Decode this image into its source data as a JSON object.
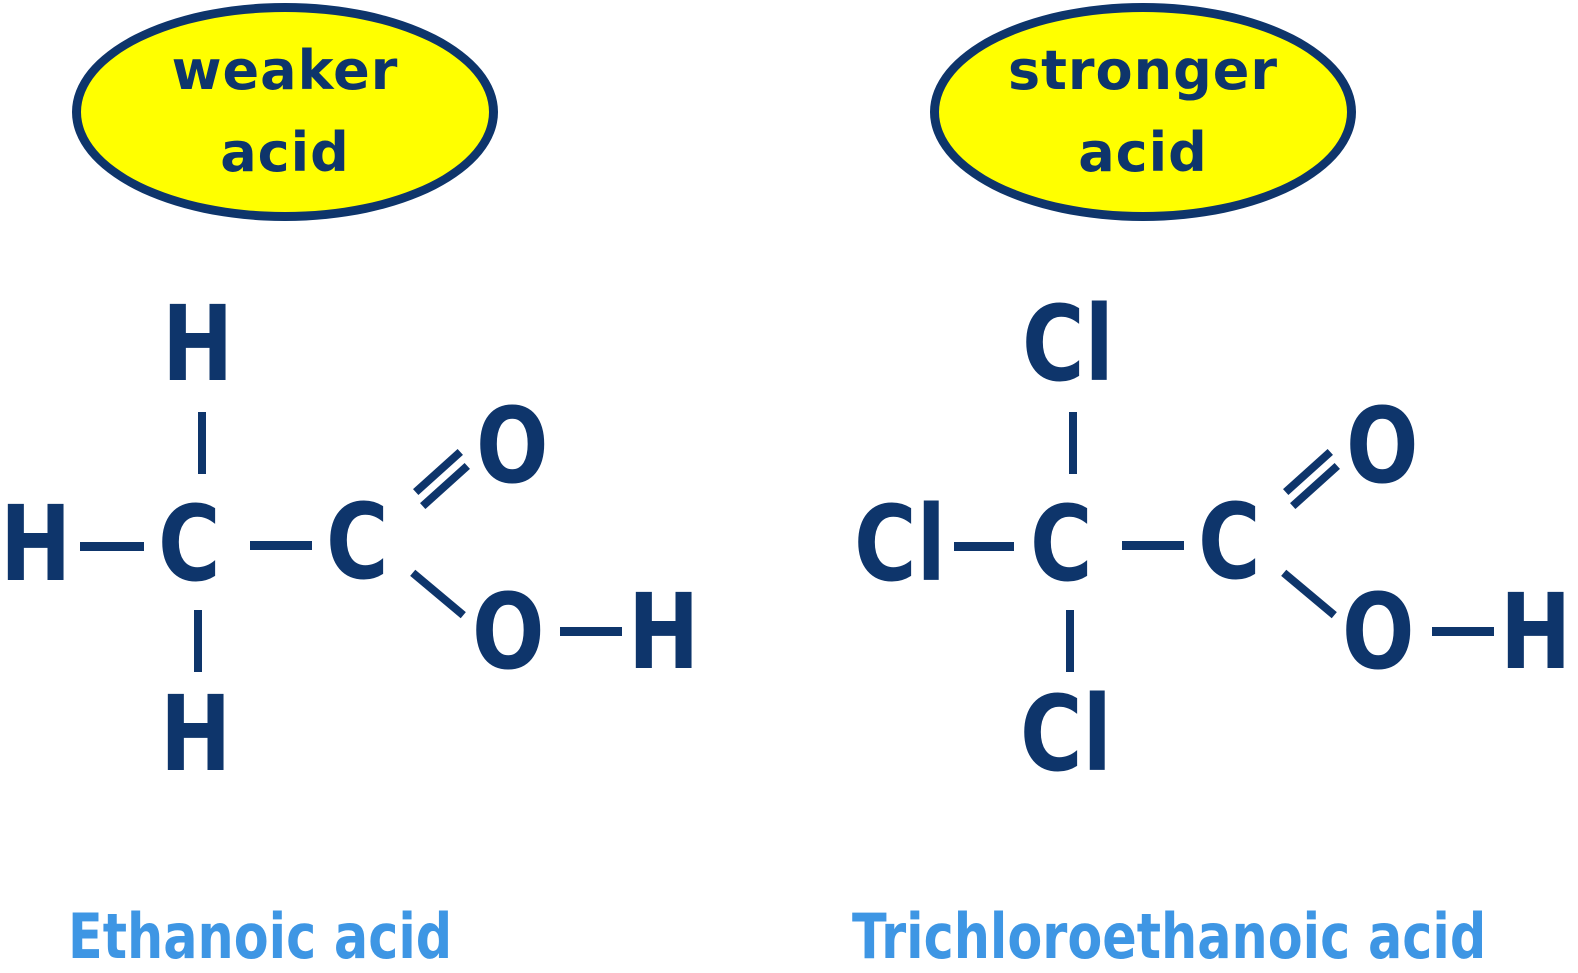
{
  "colors": {
    "structure": "#0e356b",
    "badge_fill": "#ffff00",
    "label": "#3e96e4"
  },
  "left": {
    "badge": {
      "line1": "weaker",
      "line2": "acid"
    },
    "atoms": {
      "h_top": "H",
      "h_left": "H",
      "c1": "C",
      "c2": "C",
      "o_double": "O",
      "o_single": "O",
      "h_right": "H",
      "h_bottom": "H"
    },
    "name": "Ethanoic acid"
  },
  "right": {
    "badge": {
      "line1": "stronger",
      "line2": "acid"
    },
    "atoms": {
      "cl_top": "Cl",
      "cl_left": "Cl",
      "c1": "C",
      "c2": "C",
      "o_double": "O",
      "o_single": "O",
      "h_right": "H",
      "cl_bottom": "Cl"
    },
    "name": "Trichloroethanoic acid"
  }
}
